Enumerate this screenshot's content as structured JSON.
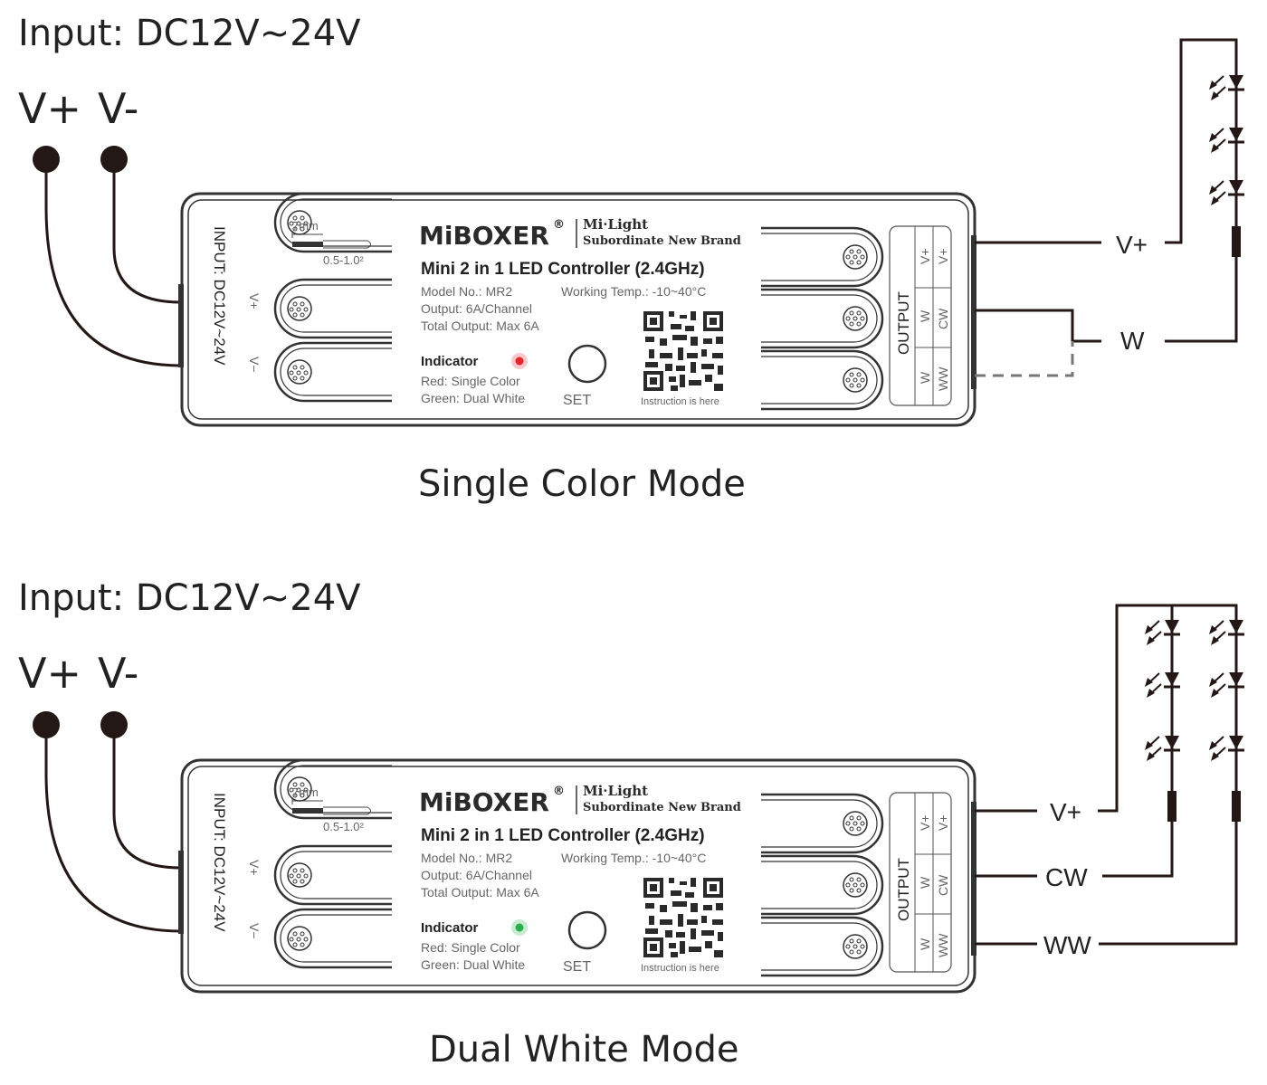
{
  "modes": [
    {
      "input_label": "Input: DC12V~24V",
      "vplus": "V+",
      "vminus": "V-",
      "mode_title": "Single Color Mode",
      "indicator_color": "#e8232b",
      "outputs": [
        "V+",
        "W"
      ]
    },
    {
      "input_label": "Input: DC12V~24V",
      "vplus": "V+",
      "vminus": "V-",
      "mode_title": "Dual White Mode",
      "indicator_color": "#27b04a",
      "outputs": [
        "V+",
        "CW",
        "WW"
      ]
    }
  ],
  "controller": {
    "input_side_label": "INPUT: DC12V~24V",
    "strip_length": "7mm",
    "wire_gauge": "0.5-1.0²",
    "terminal_vplus": "V+",
    "terminal_vminus": "V−",
    "brand": "MiBOXER",
    "registered": "®",
    "sub_brand_line1": "Mi·Light",
    "sub_brand_line2": "Subordinate New Brand",
    "product_title": "Mini 2 in 1 LED Controller (2.4GHz)",
    "model": "Model No.: MR2",
    "working_temp": "Working Temp.: -10~40°C",
    "output_rating": "Output: 6A/Channel",
    "total_output": "Total Output: Max 6A",
    "indicator_title": "Indicator",
    "indicator_red": "Red: Single Color",
    "indicator_green": "Green: Dual White",
    "set_label": "SET",
    "qr_caption": "Instruction is here",
    "output_title": "OUTPUT",
    "output_col1": [
      "V+",
      "W",
      "W"
    ],
    "output_col2": [
      "V+",
      "CW",
      "WW"
    ]
  }
}
